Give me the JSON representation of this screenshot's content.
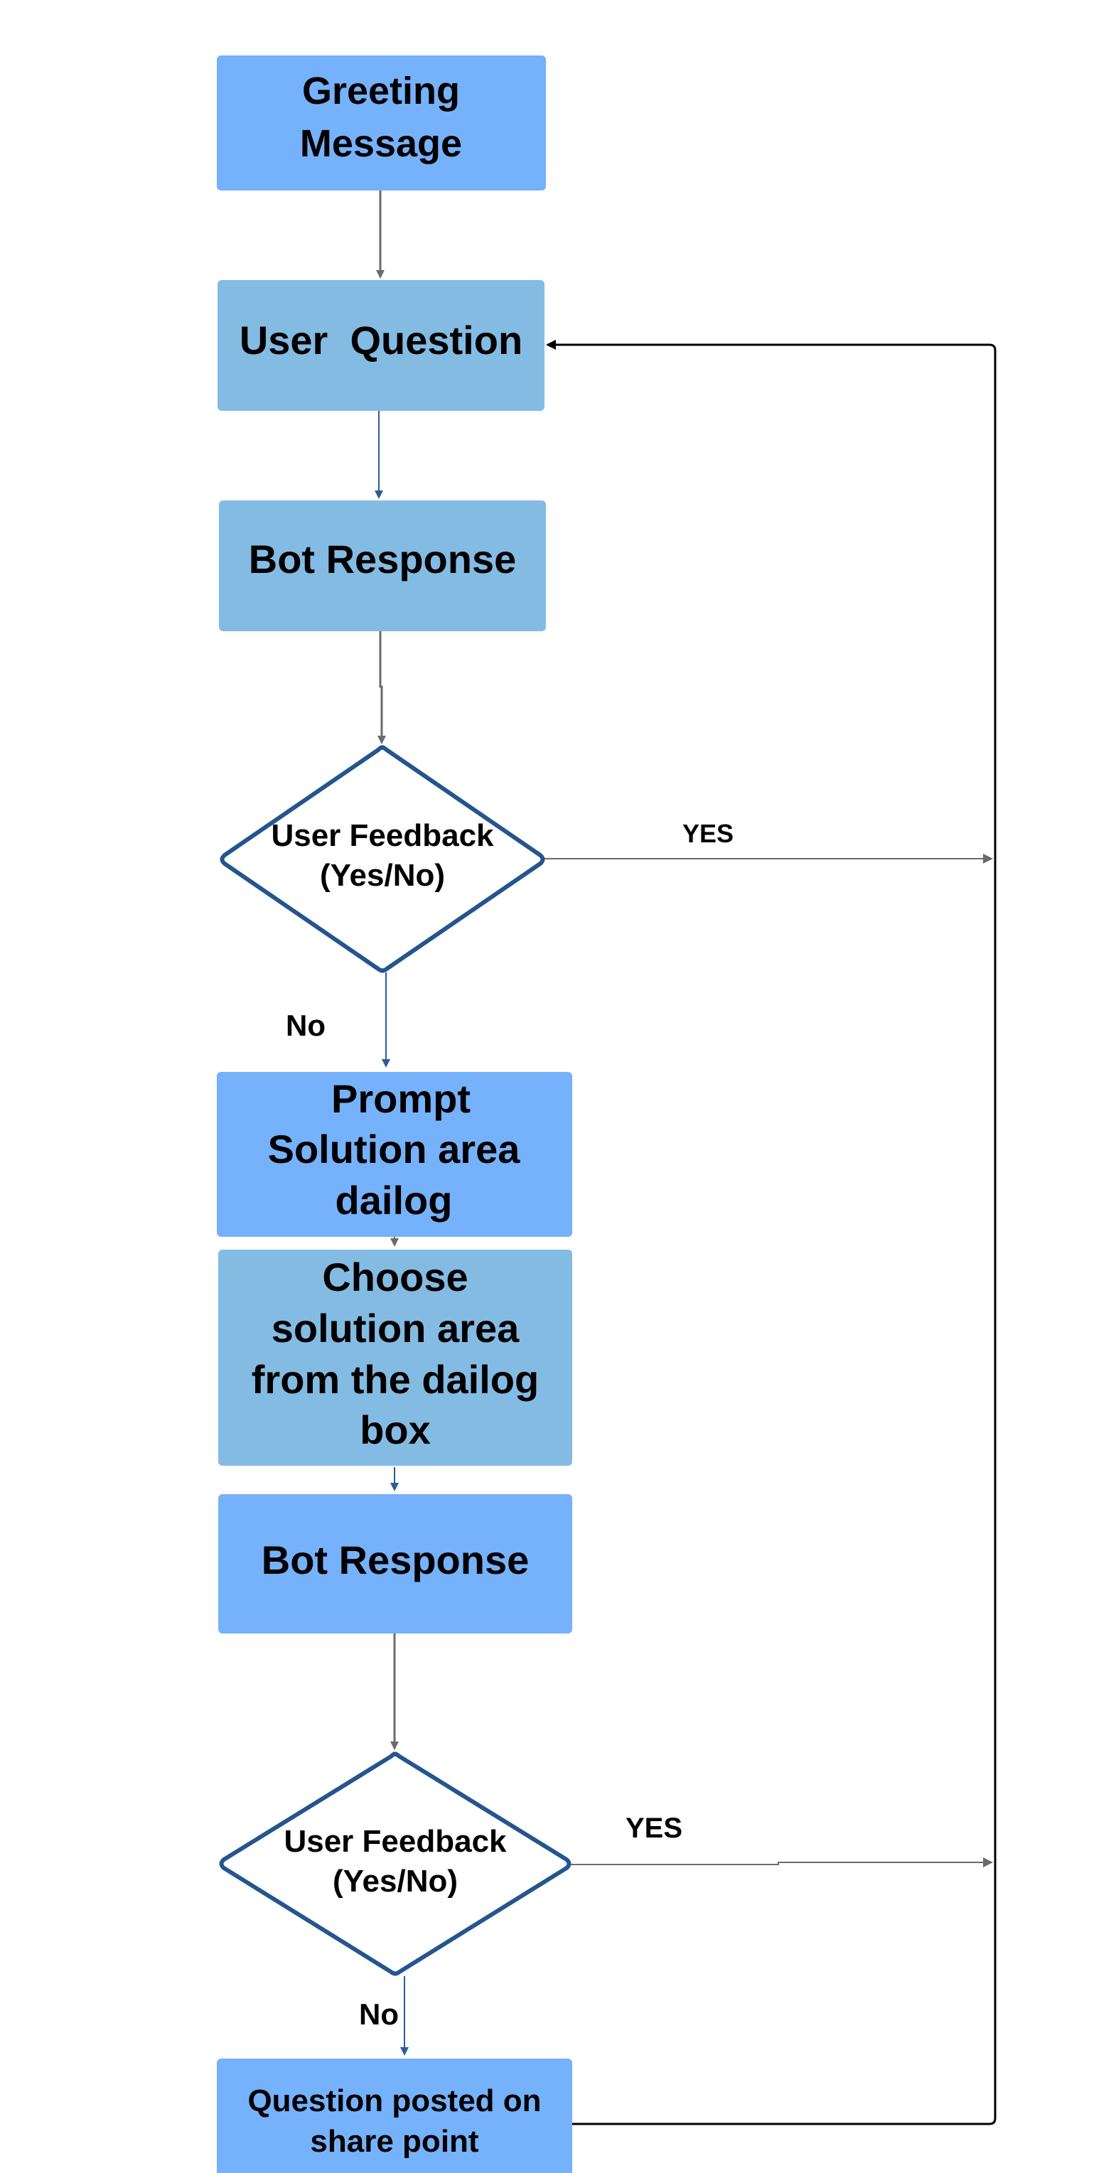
{
  "colors": {
    "box_bright": "#76B1FC",
    "box_muted": "#84BBE3",
    "diamond_stroke": "#24558F",
    "arrow_grey": "#6B6B6B",
    "arrow_blue": "#2B5D97",
    "arrow_black": "#000000"
  },
  "nodes": {
    "greeting": {
      "line1": "Greeting",
      "line2": "Message"
    },
    "user_question": {
      "text": "User  Question"
    },
    "bot_response_1": {
      "text": "Bot Response"
    },
    "feedback_1": {
      "line1": "User Feedback",
      "line2": "(Yes/No)"
    },
    "prompt_dialog": {
      "line1": "Prompt",
      "line2": "Solution area",
      "line3": "dailog"
    },
    "choose_area": {
      "line1": "Choose",
      "line2": "solution area",
      "line3": "from the dailog",
      "line4": "box"
    },
    "bot_response_2": {
      "text": "Bot Response"
    },
    "feedback_2": {
      "line1": "User Feedback",
      "line2": "(Yes/No)"
    },
    "sharepoint": {
      "line1": "Question posted on",
      "line2": "share point"
    }
  },
  "edge_labels": {
    "yes_1": "YES",
    "no_1": "No",
    "yes_2": "YES",
    "no_2": "No"
  }
}
